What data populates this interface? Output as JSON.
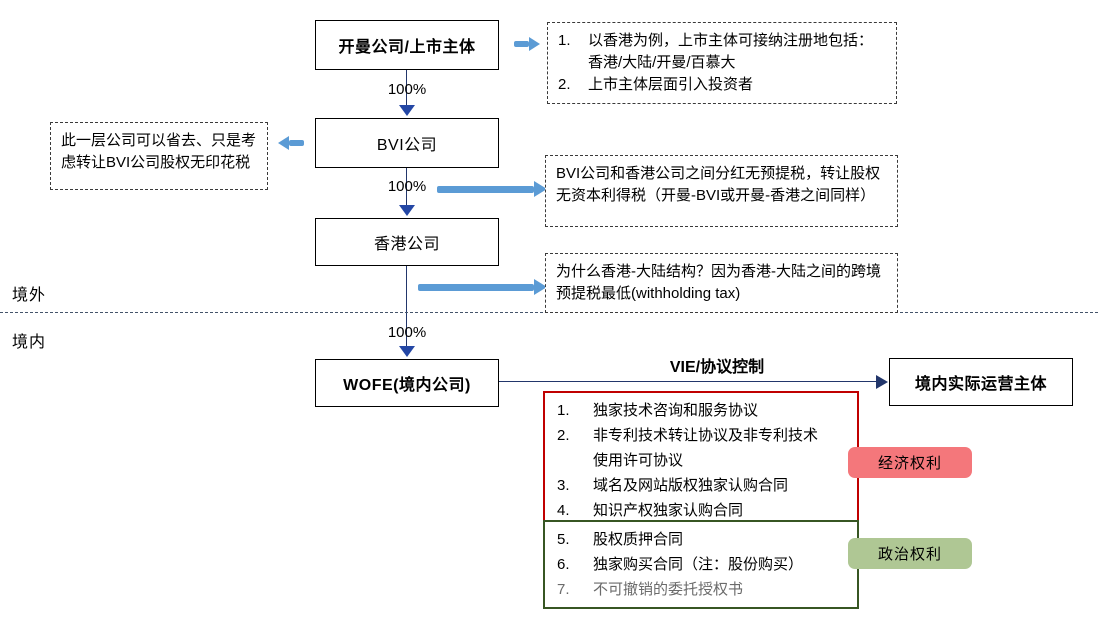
{
  "nodes": {
    "cayman": "开曼公司/上市主体",
    "bvi": "BVI公司",
    "hk": "香港公司",
    "wofe": "WOFE(境内公司)",
    "operating": "境内实际运营主体"
  },
  "edges": {
    "pct_cayman_bvi": "100%",
    "pct_bvi_hk": "100%",
    "pct_hk_wofe": "100%",
    "vie_label": "VIE/协议控制"
  },
  "regions": {
    "offshore": "境外",
    "onshore": "境内"
  },
  "notes": {
    "listing": {
      "items": [
        {
          "num": "1.",
          "text": "以香港为例，上市主体可接纳注册地包括：香港/大陆/开曼/百慕大"
        },
        {
          "num": "2.",
          "text": "上市主体层面引入投资者"
        }
      ]
    },
    "bvi_note": "此一层公司可以省去、只是考虑转让BVI公司股权无印花税",
    "dividend_note": "BVI公司和香港公司之间分红无预提税，转让股权无资本利得税（开曼-BVI或开曼-香港之间同样）",
    "why_hk_note": "为什么香港-大陆结构？因为香港-大陆之间的跨境预提税最低(withholding tax)"
  },
  "agreement_groups": {
    "economic": {
      "badge": "经济权利",
      "items": [
        {
          "num": "1.",
          "text": "独家技术咨询和服务协议"
        },
        {
          "num": "2.",
          "text": "非专利技术转让协议及非专利技术使用许可协议"
        },
        {
          "num": "3.",
          "text": "域名及网站版权独家认购合同"
        },
        {
          "num": "4.",
          "text": "知识产权独家认购合同"
        }
      ]
    },
    "political": {
      "badge": "政治权利",
      "items": [
        {
          "num": "5.",
          "text": "股权质押合同"
        },
        {
          "num": "6.",
          "text": "独家购买合同（注：股份购买）"
        },
        {
          "num": "7.",
          "text": "不可撤销的委托授权书",
          "muted": true
        }
      ]
    }
  },
  "colors": {
    "accent_blue": "#5B9BD5",
    "connector_navy": "#22366b",
    "arrowhead_navy": "#2447A5",
    "economic_border": "#C00000",
    "political_border": "#375623",
    "economic_badge_bg": "#F4777B",
    "political_badge_bg": "#AFC794"
  }
}
